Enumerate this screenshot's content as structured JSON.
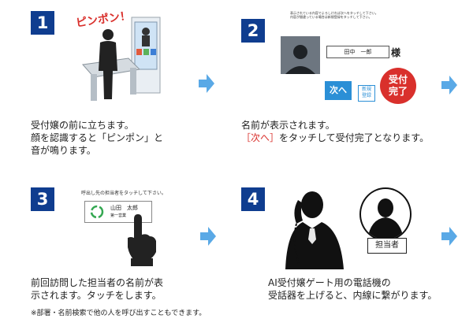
{
  "steps": [
    {
      "number": "1",
      "callout": "ピンポン！",
      "desc_lines": [
        "受付嬢の前に立ちます。",
        "顔を認識すると「ピンポン」と",
        "音が鳴ります。"
      ]
    },
    {
      "number": "2",
      "notice_line1": "表示されている内容でよろしければ次へをタッチして下さい。",
      "notice_line2": "内容が間違っている場合は新規登録をタッチして下さい。",
      "name_value": "田中　一郎",
      "honorific": "様",
      "next_button": "次へ",
      "new_register_button": "新規\n登録",
      "complete_stamp": "受付\n完了",
      "desc_line1": "名前が表示されます。",
      "desc_line2_highlight": "［次へ］",
      "desc_line2_rest": "をタッチして受付完了となります。"
    },
    {
      "number": "3",
      "prompt": "呼出し先の担当者をタッチして下さい。",
      "card_name": "山田　太郎",
      "card_dept": "第一営業",
      "desc_lines": [
        "前回訪問した担当者の名前が表",
        "示されます。タッチをします。"
      ],
      "note": "※部署・名前検索で他の人を呼び出すこともできます。"
    },
    {
      "number": "4",
      "staff_label": "担当者",
      "desc_lines": [
        "AI受付嬢ゲート用の電話機の",
        "受話器を上げると、内線に繋がります。"
      ]
    }
  ],
  "colors": {
    "badge": "#0f3d8f",
    "arrow": "#5aa9e6",
    "next_button": "#2b8fd6",
    "stamp": "#d9302c",
    "highlight": "#d9302c"
  }
}
